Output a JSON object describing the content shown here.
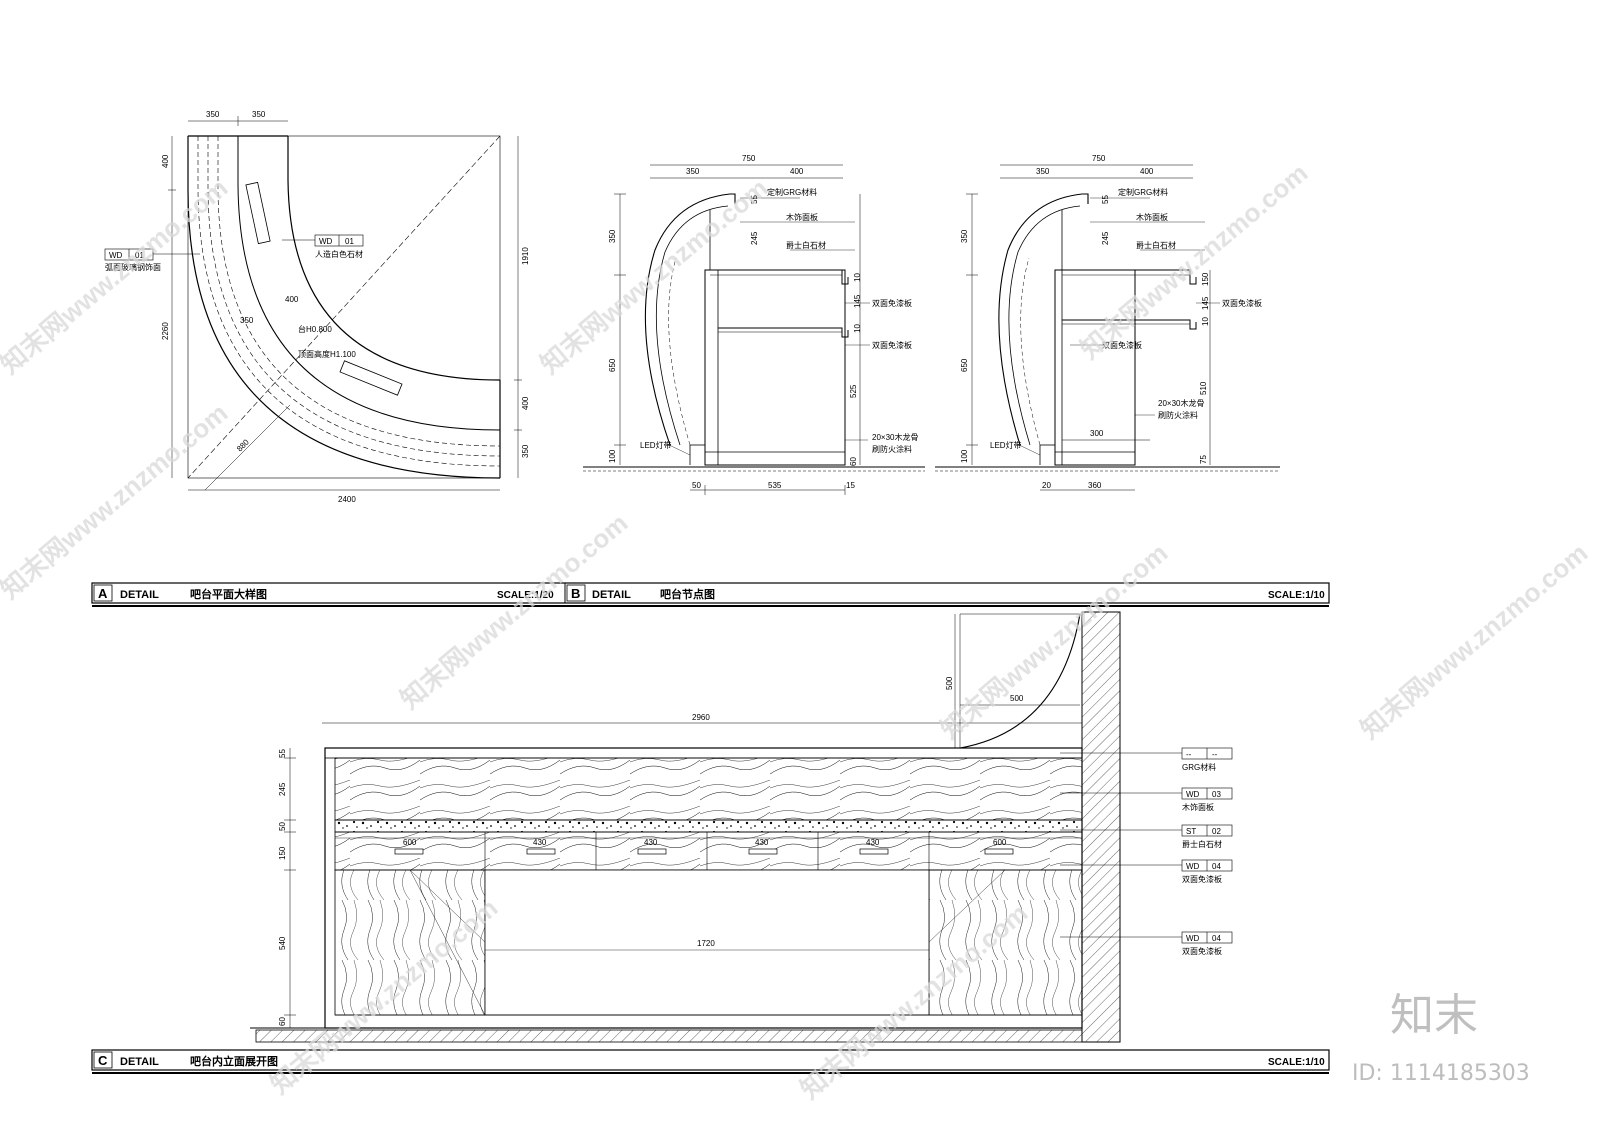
{
  "panels": {
    "A": {
      "letter": "A",
      "detail": "DETAIL",
      "title": "吧台平面大样图",
      "scale": "SCALE:1/20",
      "dims": {
        "top_left": "350",
        "top_right": "350",
        "left_top": "400",
        "left_main": "2260",
        "right_total": "1910",
        "right_mid": "400",
        "right_low": "350",
        "bottom": "2400",
        "inner_400": "400",
        "inner_350": "350",
        "diag": "880"
      },
      "tags": [
        {
          "code": "WD",
          "num": "01",
          "label": "弧面玻璃钢饰面"
        },
        {
          "code": "WD",
          "num": "01",
          "label": "人造白色石材"
        }
      ],
      "levels": [
        "台H0.800",
        "顶面高度H1.100"
      ]
    },
    "B": {
      "letter": "B",
      "detail": "DETAIL",
      "title": "吧台节点图",
      "scale": "SCALE:1/10",
      "left": {
        "top_total": "750",
        "top_a": "350",
        "top_b": "400",
        "v_350": "350",
        "v_650": "650",
        "v_100": "100",
        "r_55": "55",
        "r_245": "245",
        "r_10a": "10",
        "r_145": "145",
        "r_10b": "10",
        "r_525": "525",
        "r_60": "60",
        "b_50": "50",
        "b_535": "535",
        "b_15": "15",
        "notes": [
          "定制GRG材料",
          "木饰面板",
          "爵士白石材",
          "双面免漆板",
          "双面免漆板",
          "20×30木龙骨",
          "刷防火涂料"
        ],
        "led": "LED灯带"
      },
      "right": {
        "top_total": "750",
        "top_a": "350",
        "top_b": "400",
        "v_350": "350",
        "v_650": "650",
        "v_100": "100",
        "r_55": "55",
        "r_245": "245",
        "r_150": "150",
        "r_145": "145",
        "r_10": "10",
        "r_510": "510",
        "r_75": "75",
        "inner_300": "300",
        "b_20": "20",
        "b_360": "360",
        "notes": [
          "定制GRG材料",
          "木饰面板",
          "爵士白石材",
          "双面免漆板",
          "双面免漆板",
          "20×30木龙骨",
          "刷防火涂料"
        ],
        "led": "LED灯带"
      }
    },
    "C": {
      "letter": "C",
      "detail": "DETAIL",
      "title": "吧台内立面展开图",
      "scale": "SCALE:1/10",
      "dims": {
        "total": "2960",
        "curve_h": "500",
        "curve_w": "500",
        "v_55": "55",
        "v_245": "245",
        "v_50": "50",
        "v_150": "150",
        "v_540": "540",
        "v_60": "60",
        "drawers": [
          "600",
          "430",
          "430",
          "430",
          "430",
          "600"
        ],
        "opening": "1720"
      },
      "tags": [
        {
          "code": "--",
          "num": "--",
          "label": "GRG材料"
        },
        {
          "code": "WD",
          "num": "03",
          "label": "木饰面板"
        },
        {
          "code": "ST",
          "num": "02",
          "label": "爵士白石材"
        },
        {
          "code": "WD",
          "num": "04",
          "label": "双面免漆板"
        },
        {
          "code": "WD",
          "num": "04",
          "label": "双面免漆板"
        }
      ]
    }
  },
  "watermark": {
    "text": "知末网www.znzmo.com",
    "brand": "知末",
    "image_id": "ID: 1114185303"
  }
}
